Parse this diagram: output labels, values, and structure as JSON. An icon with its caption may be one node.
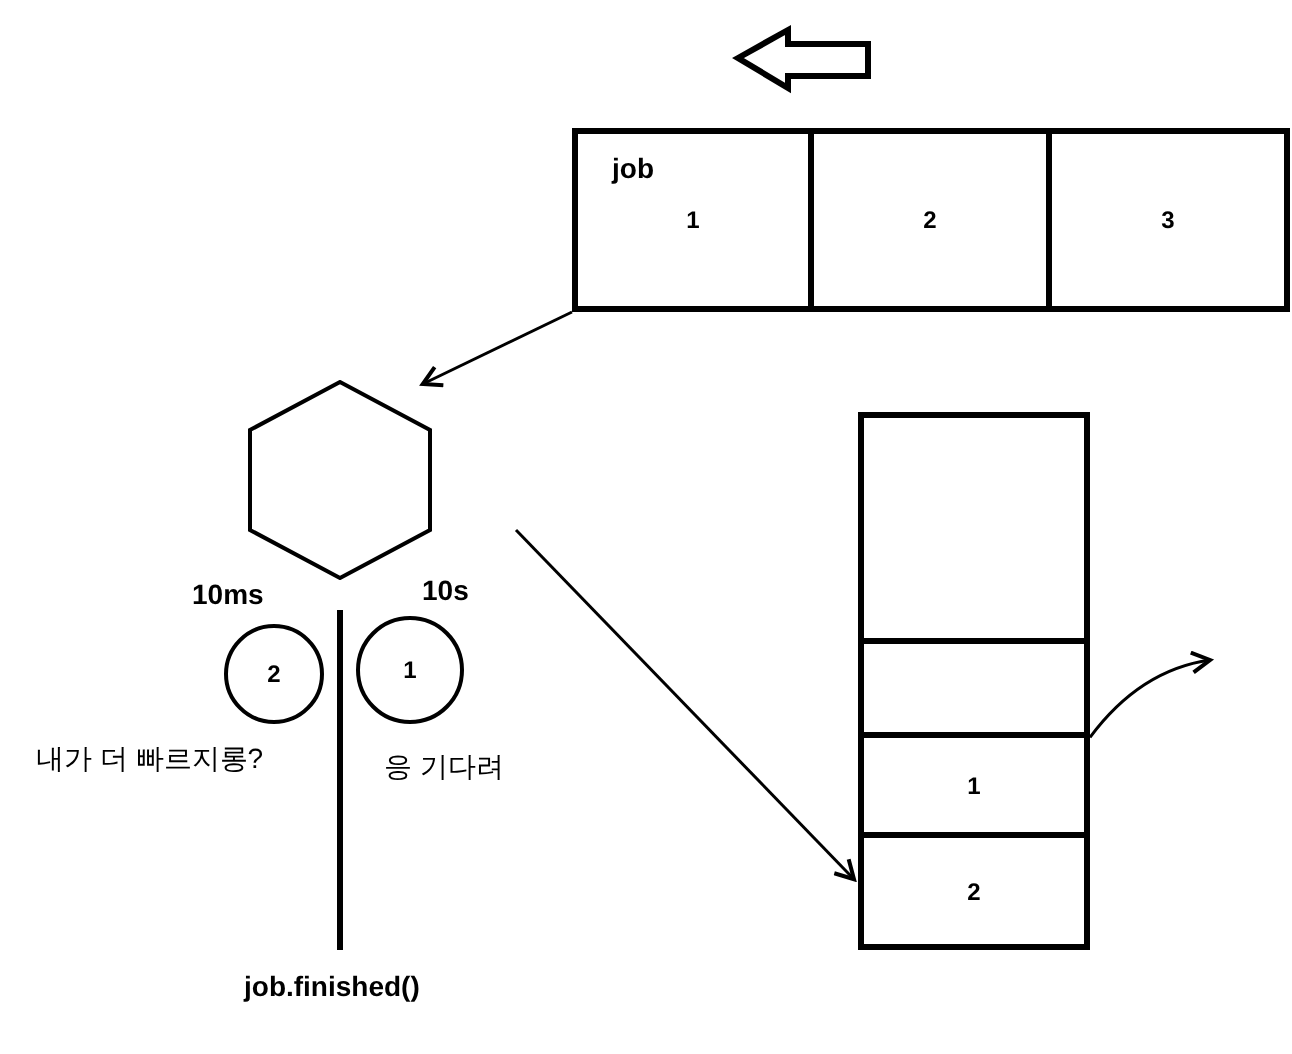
{
  "diagram": {
    "nodes": [
      {
        "text": [
          "job",
          "1"
        ]
      },
      {
        "text": [
          "2"
        ]
      },
      {
        "text": [
          "3"
        ]
      },
      {
        "text": [],
        "shape": "hexagon"
      },
      {
        "text": [
          "2"
        ],
        "beside": [
          "10ms",
          "내가 더 빠르지롱?"
        ]
      },
      {
        "text": [
          "1"
        ],
        "beside": [
          "10s",
          "응 기다려"
        ]
      },
      {
        "text": [],
        "shape": "box"
      },
      {
        "text": [],
        "shape": "box"
      },
      {
        "text": [
          "1"
        ]
      },
      {
        "text": [
          "2"
        ]
      }
    ],
    "edges": [
      {
        "from": 0,
        "to": 3,
        "arrow": "to"
      },
      {
        "from": null,
        "to": 9,
        "arrow": "to"
      },
      {
        "from": 8,
        "to": null,
        "arrow": "to"
      }
    ],
    "labels": [
      "job.finished()"
    ]
  }
}
